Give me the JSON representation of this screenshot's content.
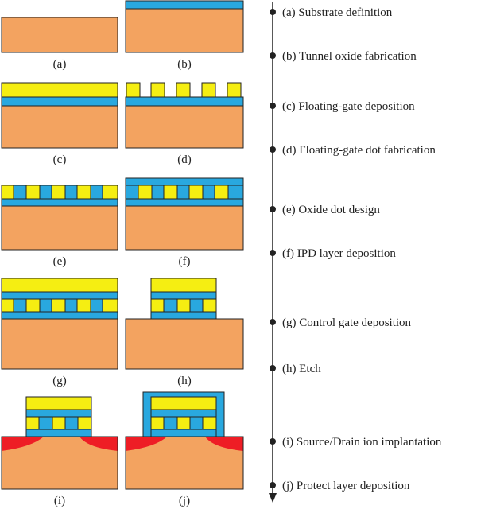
{
  "panels": [
    {
      "id": "a",
      "label": "(a)"
    },
    {
      "id": "b",
      "label": "(b)"
    },
    {
      "id": "c",
      "label": "(c)"
    },
    {
      "id": "d",
      "label": "(d)"
    },
    {
      "id": "e",
      "label": "(e)"
    },
    {
      "id": "f",
      "label": "(f)"
    },
    {
      "id": "g",
      "label": "(g)"
    },
    {
      "id": "h",
      "label": "(h)"
    },
    {
      "id": "i",
      "label": "(i)"
    },
    {
      "id": "j",
      "label": "(j)"
    }
  ],
  "steps": [
    "(a) Substrate definition",
    "(b) Tunnel oxide fabrication",
    "(c) Floating-gate deposition",
    "(d) Floating-gate dot fabrication",
    "(e) Oxide dot design",
    "(f) IPD layer deposition",
    "(g) Control gate deposition",
    "(h) Etch",
    "(i) Source/Drain ion implantation",
    "(j) Protect layer deposition"
  ],
  "colors": {
    "substrate": "#F3A360",
    "oxide": "#29A8DF",
    "gate": "#F5EE12",
    "source_drain": "#EE1D25",
    "line": "#222222"
  }
}
